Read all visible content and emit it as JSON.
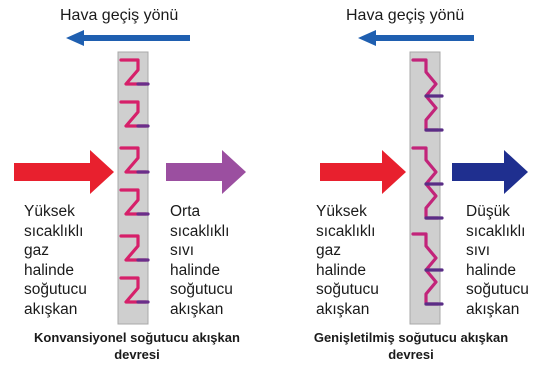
{
  "panels": [
    {
      "airflow_label": "Hava geçiş yönü",
      "inlet_text": [
        "Yüksek",
        "sıcaklıklı",
        "gaz",
        "halinde",
        "soğutucu",
        "akışkan"
      ],
      "outlet_text": [
        "Orta",
        "sıcaklıklı",
        "sıvı",
        "halinde",
        "soğutucu",
        "akışkan"
      ],
      "caption_lines": [
        "Konvansiyonel soğutucu akışkan",
        "devresi"
      ],
      "colors": {
        "inlet_arrow": "#e8202e",
        "outlet_arrow": "#9b4fa0",
        "air_arrow": "#1f5fb0",
        "tube": "#d6206a",
        "tube_end": "#6a2e8a",
        "fin": "#cfcfcf"
      }
    },
    {
      "airflow_label": "Hava geçiş yönü",
      "inlet_text": [
        "Yüksek",
        "sıcaklıklı",
        "gaz",
        "halinde",
        "soğutucu",
        "akışkan"
      ],
      "outlet_text": [
        "Düşük",
        "sıcaklıklı",
        "sıvı",
        "halinde",
        "soğutucu",
        "akışkan"
      ],
      "caption_lines": [
        "Genişletilmiş soğutucu akışkan",
        "devresi"
      ],
      "colors": {
        "inlet_arrow": "#e8202e",
        "outlet_arrow": "#1f2f8f",
        "air_arrow": "#1f5fb0",
        "tube": "#c2247a",
        "tube_end": "#5a2d86",
        "fin": "#cfcfcf"
      }
    }
  ]
}
